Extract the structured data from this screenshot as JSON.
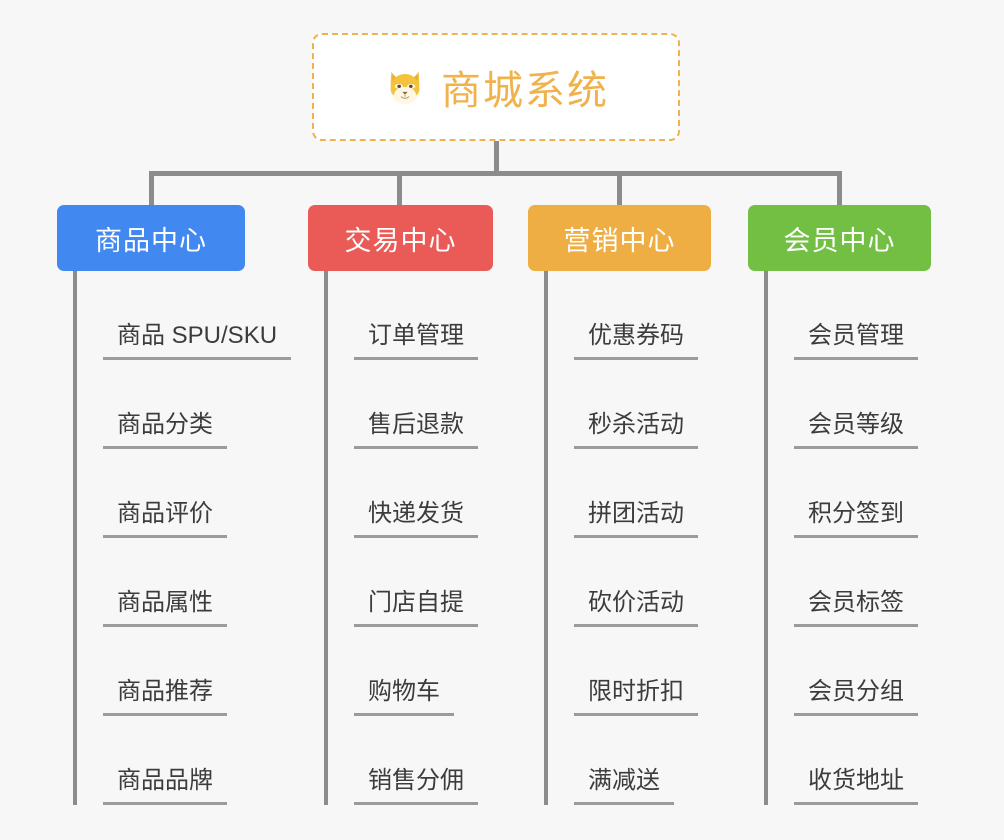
{
  "page": {
    "background_color": "#f7f7f7",
    "type": "mindmap",
    "line_color": "#8c8c8c",
    "leaf_underline_color": "#9b9b9b",
    "leaf_text_color": "#3c3c3c"
  },
  "root": {
    "title": "商城系统",
    "icon": "shiba-dog-face-emoji",
    "icon_glyph": "🐕",
    "border_color": "#f0b24a",
    "text_color": "#f0b24a",
    "background_color": "#ffffff",
    "border_style": "dashed"
  },
  "categories": [
    {
      "label": "商品中心",
      "color": "#4189f0",
      "items": [
        "商品 SPU/SKU",
        "商品分类",
        "商品评价",
        "商品属性",
        "商品推荐",
        "商品品牌"
      ]
    },
    {
      "label": "交易中心",
      "color": "#ea5b57",
      "items": [
        "订单管理",
        "售后退款",
        "快递发货",
        "门店自提",
        "购物车",
        "销售分佣"
      ]
    },
    {
      "label": "营销中心",
      "color": "#efae44",
      "items": [
        "优惠券码",
        "秒杀活动",
        "拼团活动",
        "砍价活动",
        "限时折扣",
        "满减送"
      ]
    },
    {
      "label": "会员中心",
      "color": "#73bf44",
      "items": [
        "会员管理",
        "会员等级",
        "积分签到",
        "会员标签",
        "会员分组",
        "收货地址"
      ]
    }
  ]
}
